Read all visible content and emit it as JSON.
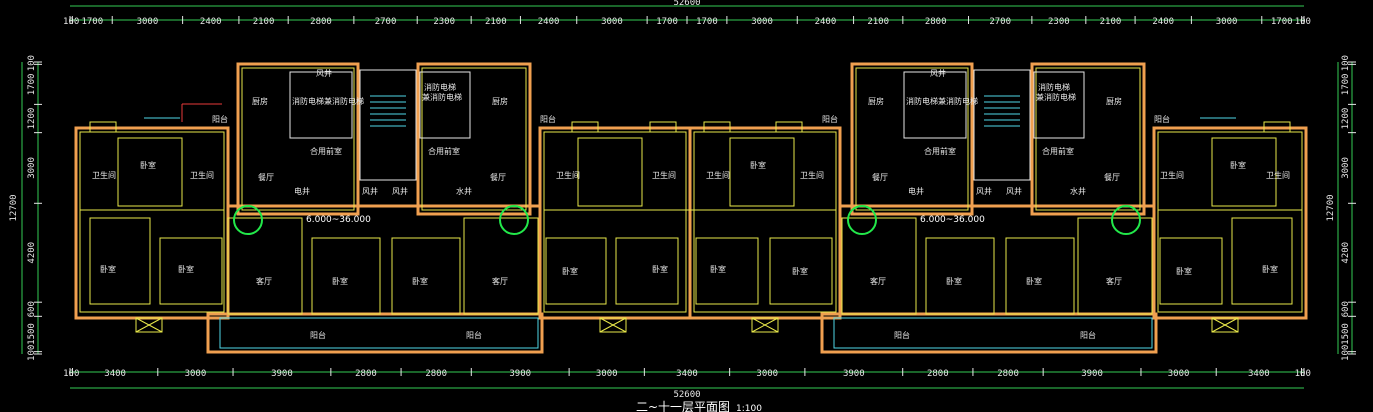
{
  "drawing": {
    "title": "二~十一层平面图",
    "scale": "1:100",
    "level_note_left": "6.000~36.000",
    "level_note_right": "6.000~36.000"
  },
  "dims": {
    "top_total": "52600",
    "bottom_total": "52600",
    "top_row": [
      "100",
      "1700",
      "3000",
      "2400",
      "2100",
      "2800",
      "2700",
      "2300",
      "2100",
      "2400",
      "3000",
      "1700",
      "1700",
      "3000",
      "2400",
      "2100",
      "2800",
      "2700",
      "2300",
      "2100",
      "2400",
      "3000",
      "1700",
      "100"
    ],
    "bottom_row": [
      "100",
      "3400",
      "3000",
      "3900",
      "2800",
      "2800",
      "3900",
      "3000",
      "3400",
      "3000",
      "3900",
      "2800",
      "2800",
      "3900",
      "3000",
      "3400",
      "100"
    ],
    "left_col": [
      "100",
      "1700",
      "1200",
      "3000",
      "4200",
      "600",
      "1500",
      "100"
    ],
    "left_total": "12700",
    "right_col": [
      "100",
      "1700",
      "1200",
      "3000",
      "4200",
      "600",
      "1500",
      "100"
    ],
    "right_total": "12700"
  },
  "rooms": {
    "bedroom": "卧室",
    "bedroom_alt": "卧室",
    "living": "客厅",
    "dining": "餐厅",
    "kitchen": "厨房",
    "bath": "卫生间",
    "balcony": "阳台",
    "corridor": "合用前室",
    "shaft": "风井",
    "fan": "风井",
    "elec": "电井",
    "water": "水井",
    "elevator_a": "消防电梯",
    "elevator_b": "兼消防电梯",
    "elevator_c": "消防电梯兼消防电梯"
  },
  "colors": {
    "wall": "#f0a050",
    "line_yellow": "#e8e84a",
    "line_cyan": "#4fd8e8",
    "line_green": "#22e84a",
    "line_white": "#e6e6e6",
    "line_red": "#e83a3a",
    "dim_green": "#33cc55",
    "background": "#000000"
  }
}
